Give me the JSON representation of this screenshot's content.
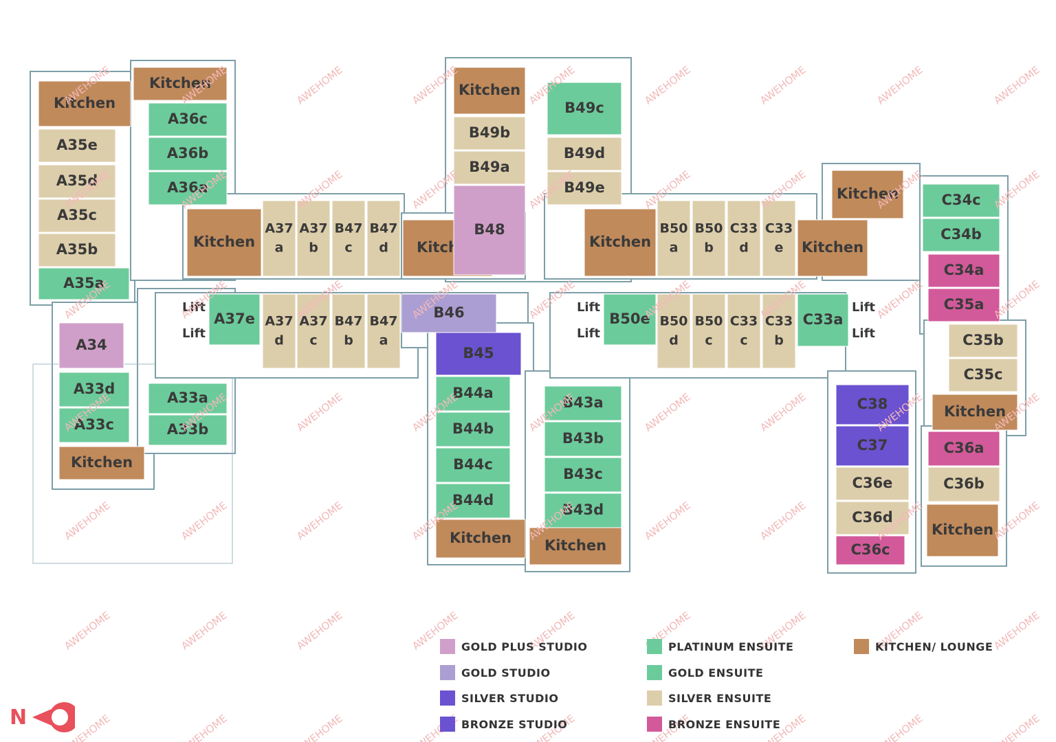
{
  "colors": {
    "kitchen": "#c08a5b",
    "platinum": "#6ccb9b",
    "gold_ensuite": "#6ccb9b",
    "silver_ensuite": "#ddceab",
    "bronze_ensuite": "#d25a9a",
    "gold_plus_studio": "#cf9fc9",
    "gold_studio": "#ab9ed2",
    "silver_studio": "#6a52d0",
    "bronze_studio": "#6a52d0",
    "lift": "#ffffff",
    "north_marker": "#e8505b",
    "watermark": "#f2b9b9"
  },
  "watermark": "AWEHOME",
  "north": {
    "letter": "N"
  },
  "rooms": [
    {
      "id": "k1",
      "label": [
        "Kitchen"
      ],
      "type": "kitchen"
    },
    {
      "id": "k2",
      "label": [
        "Kitchen"
      ],
      "type": "kitchen"
    },
    {
      "id": "A36c",
      "label": [
        "A36c"
      ],
      "type": "platinum"
    },
    {
      "id": "A36b",
      "label": [
        "A36b"
      ],
      "type": "platinum"
    },
    {
      "id": "A36a",
      "label": [
        "A36a"
      ],
      "type": "platinum"
    },
    {
      "id": "A35e",
      "label": [
        "A35e"
      ],
      "type": "silver_ensuite"
    },
    {
      "id": "A35d",
      "label": [
        "A35d"
      ],
      "type": "silver_ensuite"
    },
    {
      "id": "A35c",
      "label": [
        "A35c"
      ],
      "type": "silver_ensuite"
    },
    {
      "id": "A35b",
      "label": [
        "A35b"
      ],
      "type": "silver_ensuite"
    },
    {
      "id": "A35a",
      "label": [
        "A35a"
      ],
      "type": "platinum"
    },
    {
      "id": "A34",
      "label": [
        "A34"
      ],
      "type": "gold_plus_studio"
    },
    {
      "id": "A33d",
      "label": [
        "A33d"
      ],
      "type": "platinum"
    },
    {
      "id": "A33c",
      "label": [
        "A33c"
      ],
      "type": "platinum"
    },
    {
      "id": "k3",
      "label": [
        "Kitchen"
      ],
      "type": "kitchen"
    },
    {
      "id": "A33a",
      "label": [
        "A33a"
      ],
      "type": "platinum"
    },
    {
      "id": "A33b",
      "label": [
        "A33b"
      ],
      "type": "platinum"
    },
    {
      "id": "k4",
      "label": [
        "Kitchen"
      ],
      "type": "kitchen"
    },
    {
      "id": "A37a",
      "label": [
        "A37",
        "a"
      ],
      "type": "silver_ensuite"
    },
    {
      "id": "A37b",
      "label": [
        "A37",
        "b"
      ],
      "type": "silver_ensuite"
    },
    {
      "id": "B47c",
      "label": [
        "B47",
        "c"
      ],
      "type": "silver_ensuite"
    },
    {
      "id": "B47d",
      "label": [
        "B47",
        "d"
      ],
      "type": "silver_ensuite"
    },
    {
      "id": "liftA1",
      "label": [
        "Lift"
      ],
      "type": "lift"
    },
    {
      "id": "liftA2",
      "label": [
        "Lift"
      ],
      "type": "lift"
    },
    {
      "id": "A37e",
      "label": [
        "A37e"
      ],
      "type": "platinum"
    },
    {
      "id": "A37d",
      "label": [
        "A37",
        "d"
      ],
      "type": "silver_ensuite"
    },
    {
      "id": "A37c",
      "label": [
        "A37",
        "c"
      ],
      "type": "silver_ensuite"
    },
    {
      "id": "B47b",
      "label": [
        "B47",
        "b"
      ],
      "type": "silver_ensuite"
    },
    {
      "id": "B47a",
      "label": [
        "B47",
        "a"
      ],
      "type": "silver_ensuite"
    },
    {
      "id": "k5",
      "label": [
        "Kitchen"
      ],
      "type": "kitchen"
    },
    {
      "id": "k6",
      "label": [
        "Kitchen"
      ],
      "type": "kitchen"
    },
    {
      "id": "B49b",
      "label": [
        "B49b"
      ],
      "type": "silver_ensuite"
    },
    {
      "id": "B49a",
      "label": [
        "B49a"
      ],
      "type": "silver_ensuite"
    },
    {
      "id": "B48",
      "label": [
        "B48"
      ],
      "type": "gold_plus_studio"
    },
    {
      "id": "B49c",
      "label": [
        "B49c"
      ],
      "type": "platinum"
    },
    {
      "id": "B49d",
      "label": [
        "B49d"
      ],
      "type": "silver_ensuite"
    },
    {
      "id": "B49e",
      "label": [
        "B49e"
      ],
      "type": "silver_ensuite"
    },
    {
      "id": "B46",
      "label": [
        "B46"
      ],
      "type": "gold_studio"
    },
    {
      "id": "B45",
      "label": [
        "B45"
      ],
      "type": "silver_studio"
    },
    {
      "id": "B44a",
      "label": [
        "B44a"
      ],
      "type": "platinum"
    },
    {
      "id": "B44b",
      "label": [
        "B44b"
      ],
      "type": "platinum"
    },
    {
      "id": "B44c",
      "label": [
        "B44c"
      ],
      "type": "platinum"
    },
    {
      "id": "B44d",
      "label": [
        "B44d"
      ],
      "type": "platinum"
    },
    {
      "id": "k7",
      "label": [
        "Kitchen"
      ],
      "type": "kitchen"
    },
    {
      "id": "B43a",
      "label": [
        "B43a"
      ],
      "type": "platinum"
    },
    {
      "id": "B43b",
      "label": [
        "B43b"
      ],
      "type": "platinum"
    },
    {
      "id": "B43c",
      "label": [
        "B43c"
      ],
      "type": "platinum"
    },
    {
      "id": "B43d",
      "label": [
        "B43d"
      ],
      "type": "platinum"
    },
    {
      "id": "k8",
      "label": [
        "Kitchen"
      ],
      "type": "kitchen"
    },
    {
      "id": "k9",
      "label": [
        "Kitchen"
      ],
      "type": "kitchen"
    },
    {
      "id": "B50a",
      "label": [
        "B50",
        "a"
      ],
      "type": "silver_ensuite"
    },
    {
      "id": "B50b",
      "label": [
        "B50",
        "b"
      ],
      "type": "silver_ensuite"
    },
    {
      "id": "C33d",
      "label": [
        "C33",
        "d"
      ],
      "type": "silver_ensuite"
    },
    {
      "id": "C33e",
      "label": [
        "C33",
        "e"
      ],
      "type": "silver_ensuite"
    },
    {
      "id": "k10",
      "label": [
        "Kitchen"
      ],
      "type": "kitchen"
    },
    {
      "id": "liftB1",
      "label": [
        "Lift"
      ],
      "type": "lift"
    },
    {
      "id": "liftB2",
      "label": [
        "Lift"
      ],
      "type": "lift"
    },
    {
      "id": "B50e",
      "label": [
        "B50e"
      ],
      "type": "platinum"
    },
    {
      "id": "B50d",
      "label": [
        "B50",
        "d"
      ],
      "type": "silver_ensuite"
    },
    {
      "id": "B50c",
      "label": [
        "B50",
        "c"
      ],
      "type": "silver_ensuite"
    },
    {
      "id": "C33c",
      "label": [
        "C33",
        "c"
      ],
      "type": "silver_ensuite"
    },
    {
      "id": "C33b",
      "label": [
        "C33",
        "b"
      ],
      "type": "silver_ensuite"
    },
    {
      "id": "C33a",
      "label": [
        "C33a"
      ],
      "type": "platinum"
    },
    {
      "id": "liftC1",
      "label": [
        "Lift"
      ],
      "type": "lift"
    },
    {
      "id": "liftC2",
      "label": [
        "Lift"
      ],
      "type": "lift"
    },
    {
      "id": "k11",
      "label": [
        "Kitchen"
      ],
      "type": "kitchen"
    },
    {
      "id": "C34c",
      "label": [
        "C34c"
      ],
      "type": "platinum"
    },
    {
      "id": "C34b",
      "label": [
        "C34b"
      ],
      "type": "platinum"
    },
    {
      "id": "C34a",
      "label": [
        "C34a"
      ],
      "type": "bronze_ensuite"
    },
    {
      "id": "C35a",
      "label": [
        "C35a"
      ],
      "type": "bronze_ensuite"
    },
    {
      "id": "C35b",
      "label": [
        "C35b"
      ],
      "type": "silver_ensuite"
    },
    {
      "id": "C35c",
      "label": [
        "C35c"
      ],
      "type": "silver_ensuite"
    },
    {
      "id": "k12",
      "label": [
        "Kitchen"
      ],
      "type": "kitchen"
    },
    {
      "id": "C36a",
      "label": [
        "C36a"
      ],
      "type": "bronze_ensuite"
    },
    {
      "id": "C36b",
      "label": [
        "C36b"
      ],
      "type": "silver_ensuite"
    },
    {
      "id": "k13",
      "label": [
        "Kitchen"
      ],
      "type": "kitchen"
    },
    {
      "id": "C38",
      "label": [
        "C38"
      ],
      "type": "silver_studio"
    },
    {
      "id": "C37",
      "label": [
        "C37"
      ],
      "type": "bronze_studio"
    },
    {
      "id": "C36e",
      "label": [
        "C36e"
      ],
      "type": "silver_ensuite"
    },
    {
      "id": "C36d",
      "label": [
        "C36d"
      ],
      "type": "silver_ensuite"
    },
    {
      "id": "C36c",
      "label": [
        "C36c"
      ],
      "type": "bronze_ensuite"
    }
  ],
  "legend": [
    {
      "label": "GOLD PLUS STUDIO",
      "type": "gold_plus_studio"
    },
    {
      "label": "GOLD STUDIO",
      "type": "gold_studio"
    },
    {
      "label": "SILVER STUDIO",
      "type": "silver_studio"
    },
    {
      "label": "BRONZE STUDIO",
      "type": "bronze_studio"
    },
    {
      "label": "PLATINUM ENSUITE",
      "type": "platinum"
    },
    {
      "label": "GOLD ENSUITE",
      "type": "gold_ensuite"
    },
    {
      "label": "SILVER ENSUITE",
      "type": "silver_ensuite"
    },
    {
      "label": "BRONZE ENSUITE",
      "type": "bronze_ensuite"
    },
    {
      "label": "KITCHEN/ LOUNGE",
      "type": "kitchen"
    }
  ]
}
